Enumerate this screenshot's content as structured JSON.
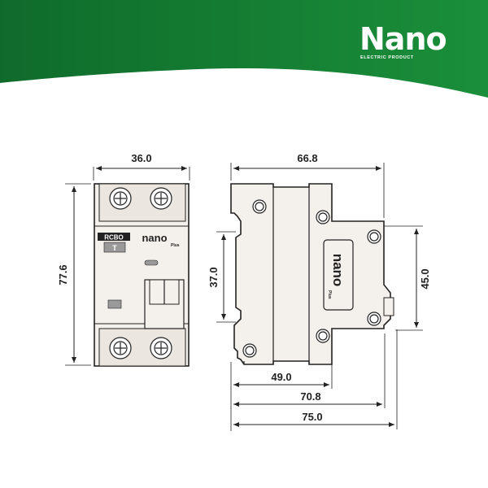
{
  "brand": {
    "logo_text": "Nano",
    "tagline": "ELECTRIC PRODUCT",
    "green": "#1a8f3a",
    "green_dark": "#0f6b2b"
  },
  "front_view": {
    "label_type": "RCBO",
    "label_curve": "T",
    "logo_text": "nano",
    "logo_sub": "Plus",
    "width_dim": "36.0",
    "height_dim": "77.6"
  },
  "side_view": {
    "logo_text": "nano",
    "logo_sub": "Plus",
    "dim_top": "66.8",
    "dim_left": "37.0",
    "dim_right": "45.0",
    "dim_bottom_1": "49.0",
    "dim_bottom_2": "70.8",
    "dim_bottom_3": "75.0"
  },
  "colors": {
    "body_fill": "#f4f1ec",
    "line": "#222222",
    "label_grey": "#8a8a8a"
  }
}
